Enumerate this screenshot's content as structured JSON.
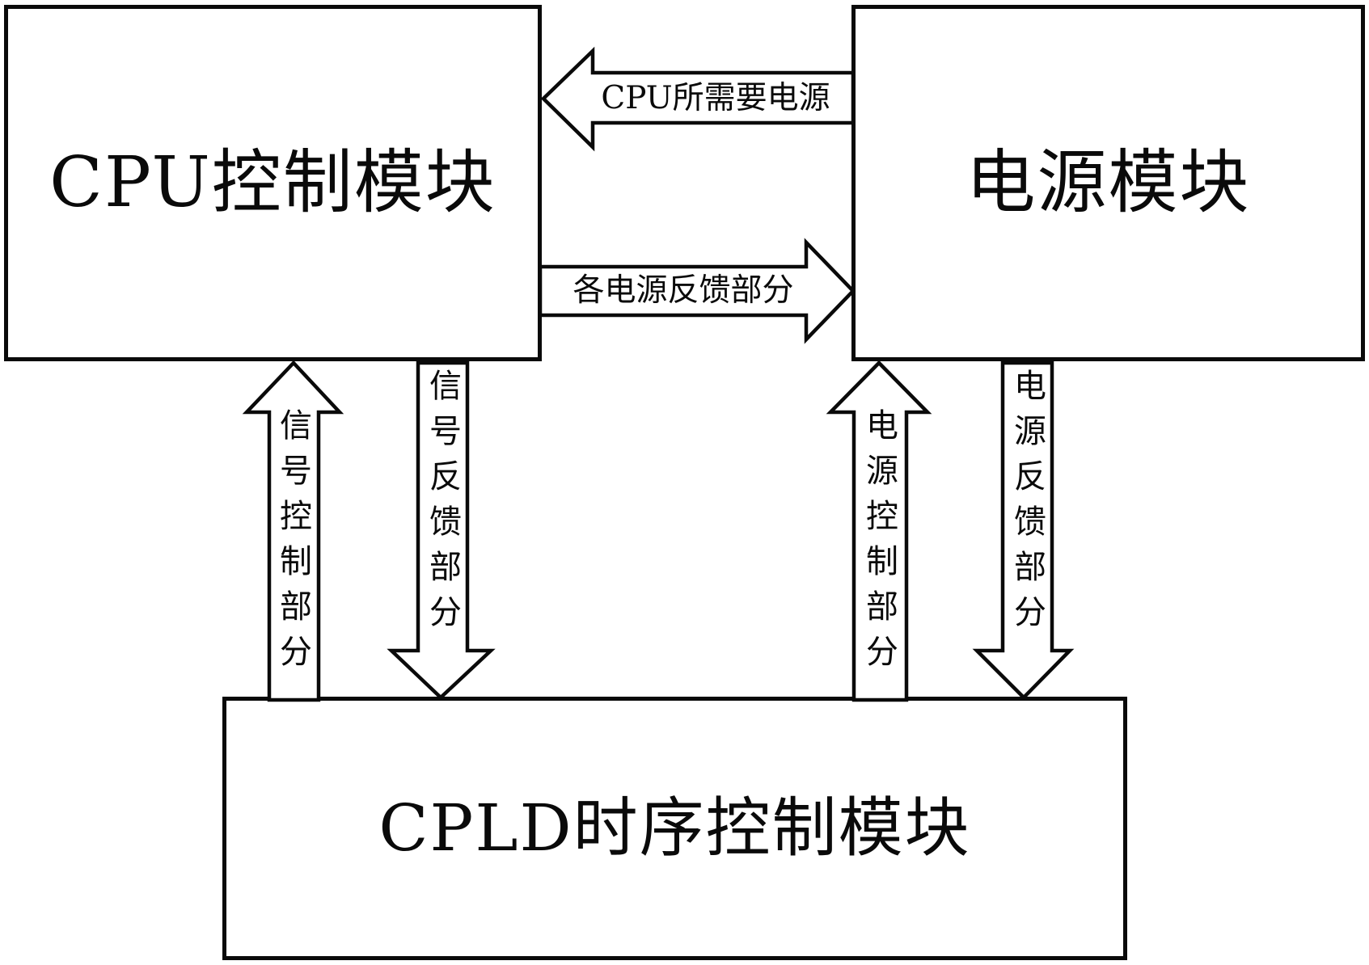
{
  "page": {
    "background_color": "#ffffff",
    "line_color": "#0a0a0a"
  },
  "boxes": {
    "cpu": {
      "label": "CPU控制模块"
    },
    "power": {
      "label": "电源模块"
    },
    "cpld": {
      "label": "CPLD时序控制模块"
    }
  },
  "arrows": {
    "cpu_required_power": {
      "label": "CPU所需要电源",
      "direction": "left"
    },
    "power_feedback_sections": {
      "label": "各电源反馈部分",
      "direction": "right"
    },
    "signal_control": {
      "label": "信号控制部分",
      "direction": "up"
    },
    "signal_feedback": {
      "label": "信号反馈部分",
      "direction": "down"
    },
    "power_control": {
      "label": "电源控制部分",
      "direction": "up"
    },
    "power_feedback": {
      "label": "电源反馈部分",
      "direction": "down"
    }
  }
}
